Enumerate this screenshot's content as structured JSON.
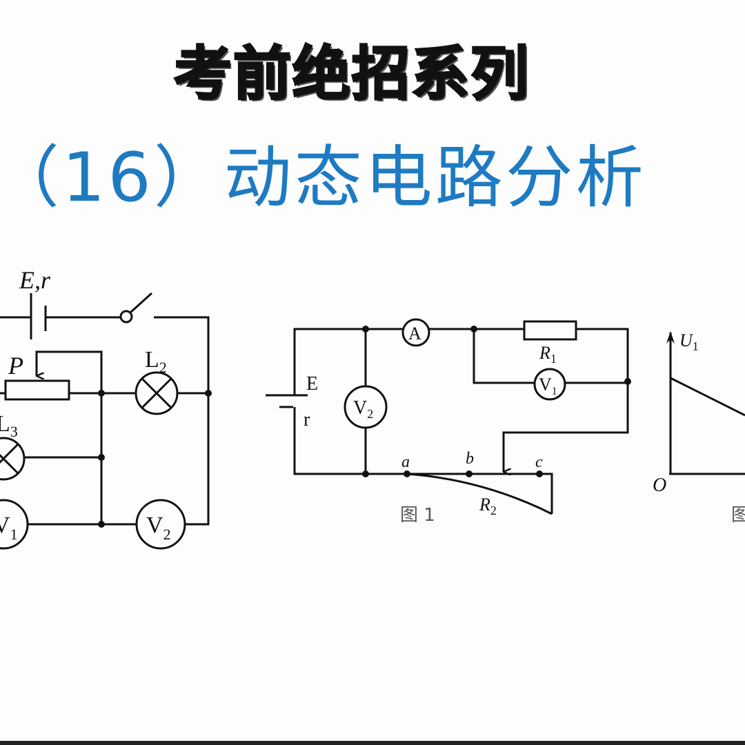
{
  "header": {
    "title": "考前绝招系列",
    "subtitle": "（16）动态电路分析"
  },
  "circuit_left": {
    "battery_label": "E,r",
    "slider_label": "P",
    "lamp2": {
      "base": "L",
      "sub": "2"
    },
    "lamp3": {
      "base": "L",
      "sub": "3"
    },
    "voltmeter1": {
      "base": "V",
      "sub": "1"
    },
    "voltmeter2": {
      "base": "V",
      "sub": "2"
    }
  },
  "circuit_fig1": {
    "battery_e": "E",
    "battery_r": "r",
    "ammeter": "A",
    "resistor1": {
      "base": "R",
      "sub": "1"
    },
    "resistor2": {
      "base": "R",
      "sub": "2"
    },
    "voltmeter1": {
      "base": "V",
      "sub": "1"
    },
    "voltmeter2": {
      "base": "V",
      "sub": "2"
    },
    "point_a": "a",
    "point_b": "b",
    "point_c": "c",
    "caption": "图 1"
  },
  "graph_fig2": {
    "y_axis": {
      "base": "U",
      "sub": "1"
    },
    "origin": "O",
    "caption": "图"
  }
}
